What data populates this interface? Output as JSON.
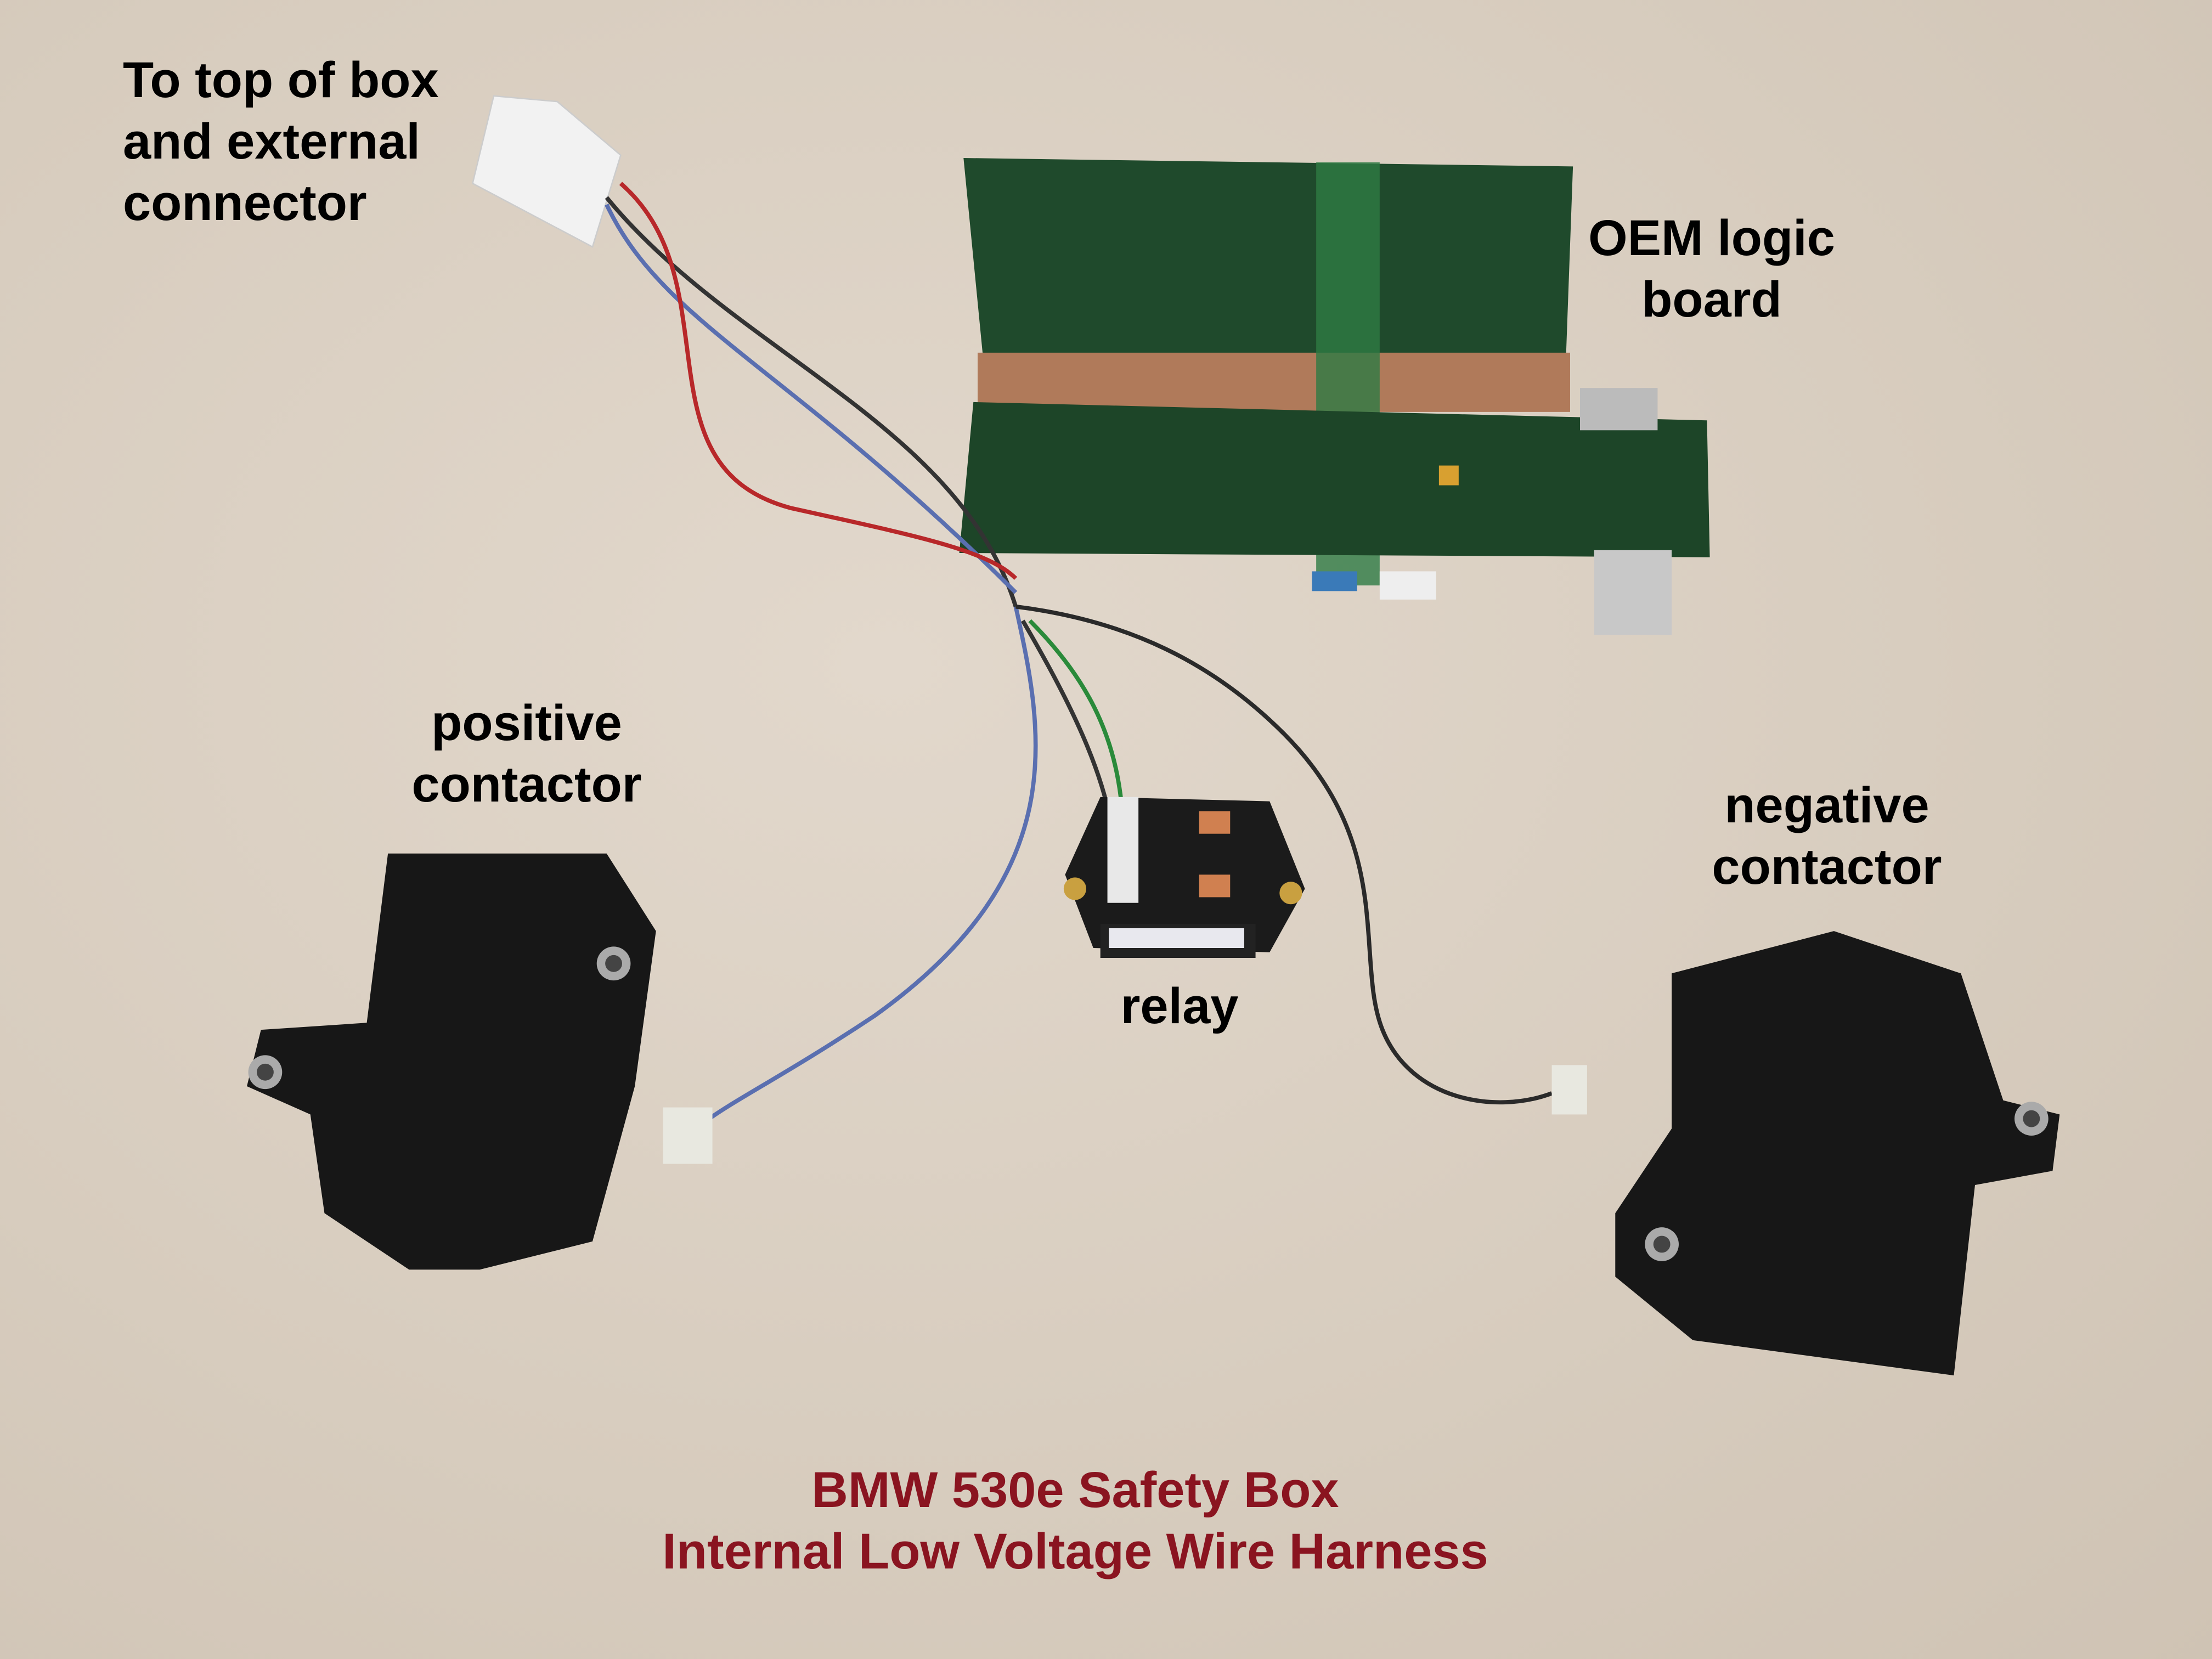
{
  "labels": {
    "top_connector": [
      "To top of box",
      "and external",
      "connector"
    ],
    "logic_board": [
      "OEM logic",
      "board"
    ],
    "positive_contactor": [
      "positive",
      "contactor"
    ],
    "negative_contactor": [
      "negative",
      "contactor"
    ],
    "relay": "relay"
  },
  "title": {
    "line1": "BMW 530e Safety Box",
    "line2": "Internal Low Voltage Wire Harness",
    "color": "#8a1420"
  }
}
